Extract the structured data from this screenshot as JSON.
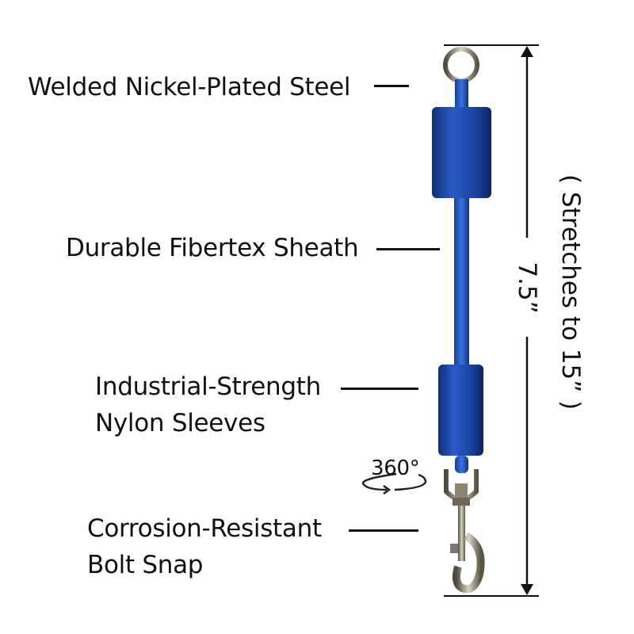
{
  "labels": {
    "ring": "Welded Nickel-Plated Steel",
    "sheath": "Durable Fibertex Sheath",
    "sleeves_line1": "Industrial-Strength",
    "sleeves_line2": "Nylon Sleeves",
    "snap_line1": "Corrosion-Resistant",
    "snap_line2": "Bolt Snap"
  },
  "swivel": {
    "text": "360°"
  },
  "dimension": {
    "length": "7.5”",
    "stretch": "( Stretches to 15” )"
  },
  "colors": {
    "cord": "#1f4fb0",
    "sleeve": "#1b46a6",
    "metal": "#8a8470"
  }
}
